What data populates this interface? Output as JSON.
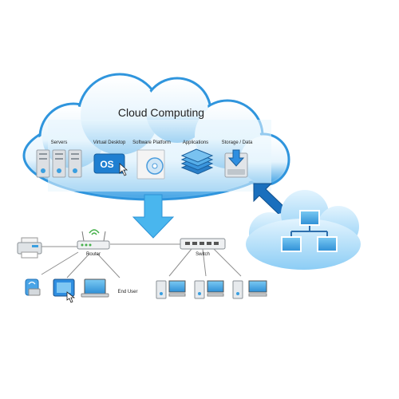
{
  "cloud": {
    "title": "Cloud Computing",
    "services": [
      {
        "label": "Servers",
        "icon": "server-rack-icon"
      },
      {
        "label": "Virtual Desktop",
        "icon": "os-desktop-icon"
      },
      {
        "label": "Software Platform",
        "icon": "software-disc-icon"
      },
      {
        "label": "Applications",
        "icon": "applications-stack-icon"
      },
      {
        "label": "Storage / Data",
        "icon": "storage-download-icon"
      }
    ],
    "os_badge": "OS"
  },
  "network": {
    "router_label": "Router",
    "switch_label": "Switch",
    "end_user_label": "End User"
  },
  "colors": {
    "cloud_fill": "#e4f3fd",
    "cloud_edge": "#2f95dd",
    "arrow": "#49b6ee",
    "small_cloud_fill": "#bfe3fa",
    "line": "#9a9a9a"
  }
}
